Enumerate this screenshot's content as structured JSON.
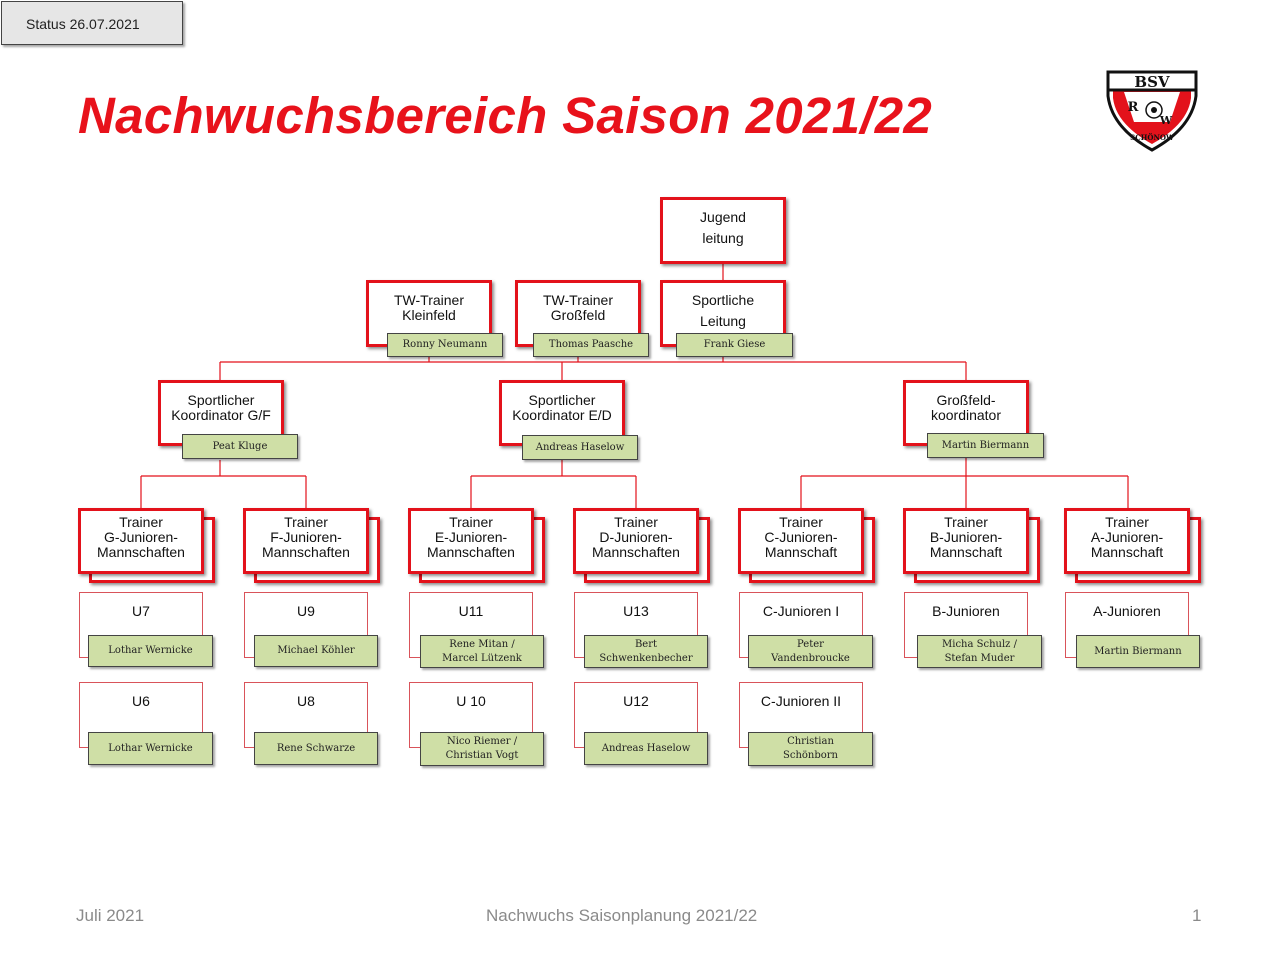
{
  "status": "Status 26.07.2021",
  "title": "Nachwuchsbereich Saison 2021/22",
  "logo": {
    "top": "BSV",
    "left": "R",
    "right": "W",
    "bottom": "SCHÖNOW"
  },
  "colors": {
    "accent": "#e3121b",
    "name_fill": "#cfdfa6"
  },
  "jugend": "Jugend\nleitung",
  "tw_klein": {
    "role": "TW-Trainer\nKleinfeld",
    "name": "Ronny Neumann"
  },
  "tw_gross": {
    "role": "TW-Trainer\nGroßfeld",
    "name": "Thomas Paasche"
  },
  "sportliche": {
    "role": "Sportliche\nLeitung",
    "name": "Frank Giese"
  },
  "koord_gf": {
    "role": "Sportlicher\nKoordinator G/F",
    "name": "Peat Kluge"
  },
  "koord_ed": {
    "role": "Sportlicher\nKoordinator E/D",
    "name": "Andreas Haselow"
  },
  "koord_gross": {
    "role": "Großfeld-\nkoordinator",
    "name": "Martin Biermann"
  },
  "trainers": [
    "Trainer\nG-Junioren-\nMannschaften",
    "Trainer\nF-Junioren-\nMannschaften",
    "Trainer\nE-Junioren-\nMannschaften",
    "Trainer\nD-Junioren-\nMannschaften",
    "Trainer\nC-Junioren-\nMannschaft",
    "Trainer\nB-Junioren-\nMannschaft",
    "Trainer\nA-Junioren-\nMannschaft"
  ],
  "teams": [
    {
      "team": "U7",
      "name": "Lothar Wernicke"
    },
    {
      "team": "U6",
      "name": "Lothar Wernicke"
    },
    {
      "team": "U9",
      "name": "Michael Köhler"
    },
    {
      "team": "U8",
      "name": "Rene Schwarze"
    },
    {
      "team": "U11",
      "name": "Rene Mitan /\nMarcel Lützenk"
    },
    {
      "team": "U 10",
      "name": "Nico Riemer /\nChristian Vogt"
    },
    {
      "team": "U13",
      "name": "Bert\nSchwenkenbecher"
    },
    {
      "team": "U12",
      "name": "Andreas Haselow"
    },
    {
      "team": "C-Junioren I",
      "name": "Peter\nVandenbroucke"
    },
    {
      "team": "C-Junioren II",
      "name": "Christian\nSchönborn"
    },
    {
      "team": "B-Junioren",
      "name": "Micha Schulz /\nStefan Muder"
    },
    {
      "team": "A-Junioren",
      "name": "Martin Biermann"
    }
  ],
  "footer": {
    "left": "Juli 2021",
    "center": "Nachwuchs Saisonplanung 2021/22",
    "page": "1"
  }
}
